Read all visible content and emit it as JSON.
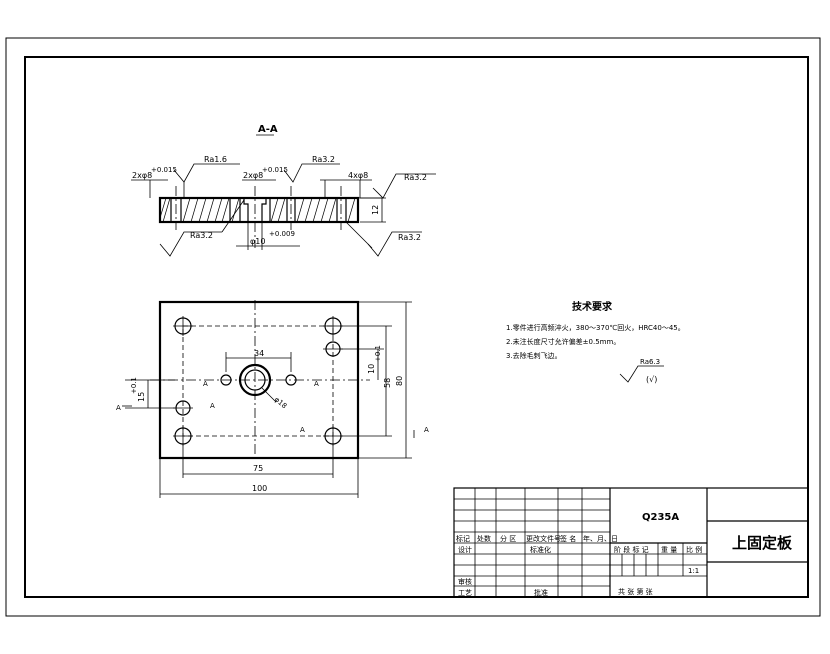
{
  "section_label": "A-A",
  "section": {
    "rough_labels": [
      "Ra1.6",
      "Ra3.2",
      "Ra3.2",
      "Ra3.2",
      "Ra3.2"
    ],
    "callouts": [
      "2xφ8",
      "2xφ8",
      "4xφ8"
    ],
    "tol_callout_a": "+0.015",
    "tol_callout_b": "+0.015",
    "thickness": "12",
    "bore_dim": "φ10",
    "bore_tol": "+0.009"
  },
  "plan": {
    "dim_34": "34",
    "dim_10": "10",
    "tol_10": "+0.1",
    "dim_15": "15",
    "tol_15": "+0.1",
    "dim_58": "58",
    "dim_80": "80",
    "dim_75": "75",
    "dim_100": "100",
    "bore_label": "φ18",
    "section_mark": "A"
  },
  "tech": {
    "heading": "技术要求",
    "items": [
      "1.零件进行高频淬火，380～370℃回火，HRC40～45。",
      "2.未注长度尺寸允许偏差±0.5mm。",
      "3.去除毛刺飞边。"
    ],
    "rough_general": "Ra6.3",
    "rough_paren": "(√)"
  },
  "title_block": {
    "material": "Q235A",
    "part_name": "上固定板",
    "row_labels": [
      "标记",
      "处数",
      "分 区",
      "更改文件号",
      "签 名",
      "年、月、日"
    ],
    "design_label": "设计",
    "std_label": "标准化",
    "check_label": "审核",
    "process_label": "工艺",
    "approve_label": "批准",
    "stage_headers": [
      "阶 段 标 记",
      "重 量",
      "比 例"
    ],
    "scale": "1:1",
    "sheets_text": "共    张    第    张"
  }
}
